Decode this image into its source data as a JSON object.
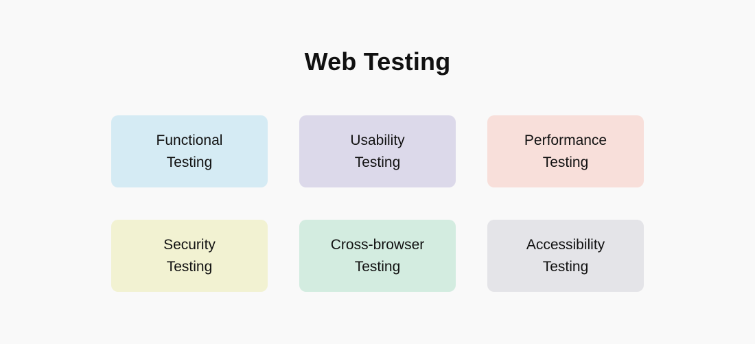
{
  "page": {
    "title": "Web Testing",
    "background_color": "#f9f9f9",
    "text_color": "#111111"
  },
  "cards": [
    {
      "label": "Functional\nTesting",
      "name": "card-functional-testing",
      "color": "#d5ebf4"
    },
    {
      "label": "Usability\nTesting",
      "name": "card-usability-testing",
      "color": "#dcd9ea"
    },
    {
      "label": "Performance\nTesting",
      "name": "card-performance-testing",
      "color": "#f8dfda"
    },
    {
      "label": "Security\nTesting",
      "name": "card-security-testing",
      "color": "#f2f2d2"
    },
    {
      "label": "Cross-browser\nTesting",
      "name": "card-cross-browser-testing",
      "color": "#d3ece0"
    },
    {
      "label": "Accessibility\nTesting",
      "name": "card-accessibility-testing",
      "color": "#e4e4e8"
    }
  ]
}
